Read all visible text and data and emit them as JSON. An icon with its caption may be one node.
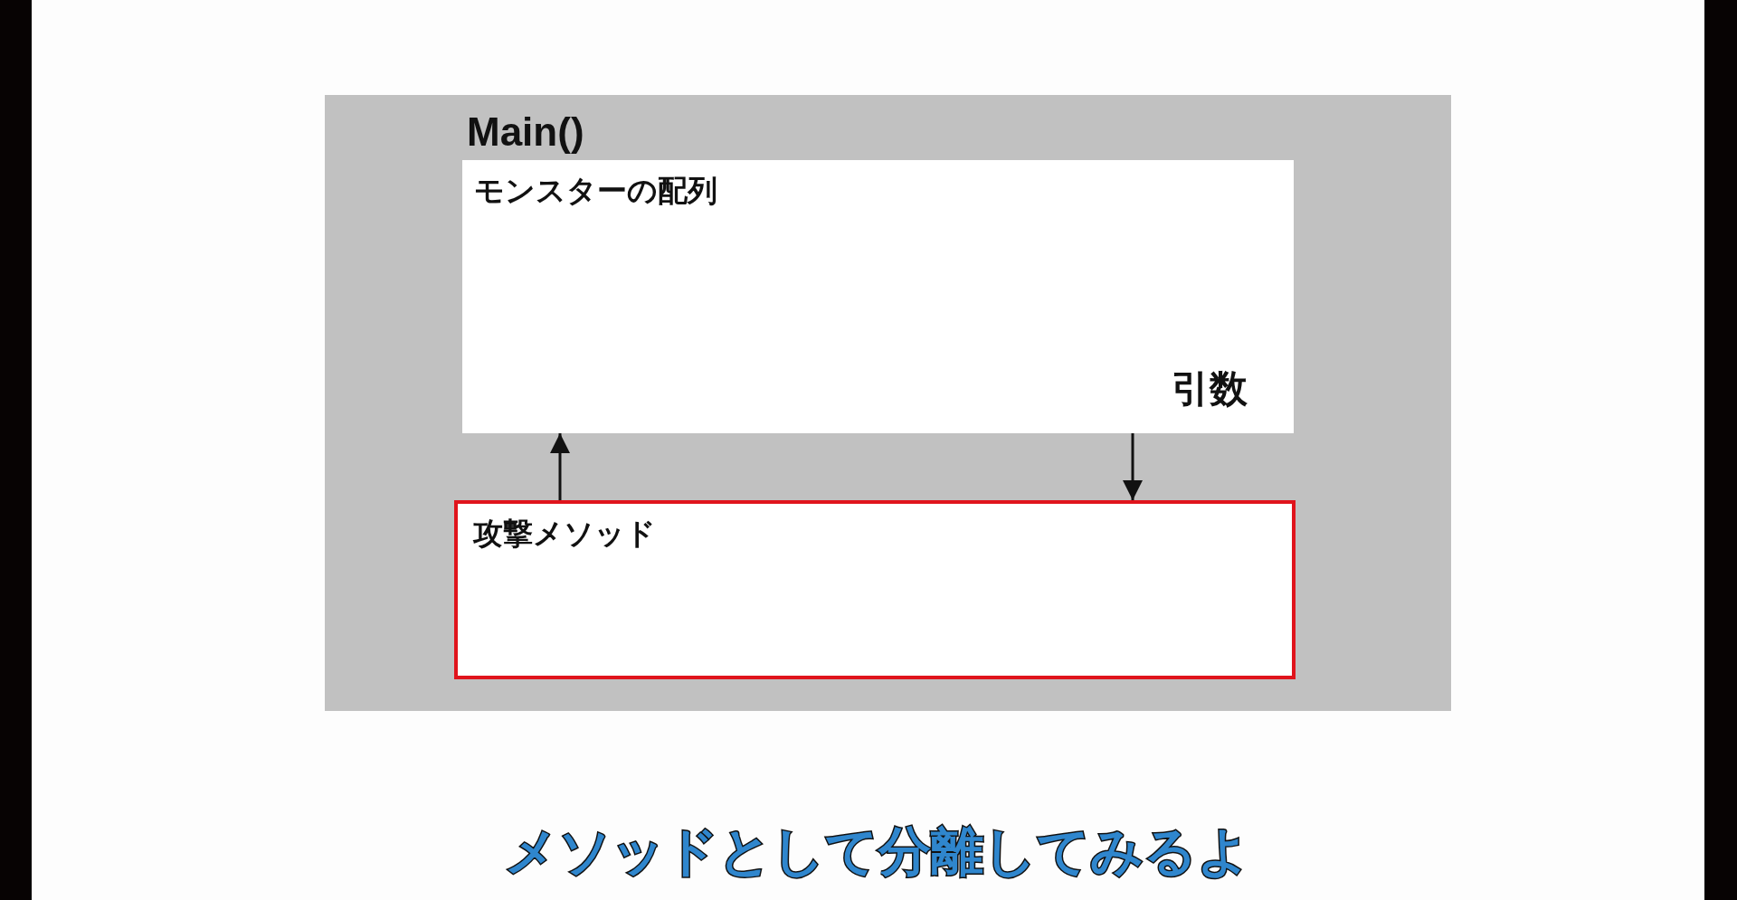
{
  "diagram": {
    "caption": "メソッドとして分離してみるよ",
    "nodes": [
      {
        "text": [
          "Main()"
        ]
      },
      {
        "text": [
          "モンスターの配列"
        ],
        "in": 0
      },
      {
        "text": [
          "攻撃メソッド"
        ],
        "in": 0
      }
    ],
    "edges": [
      {
        "from": 2,
        "to": 1,
        "arrow": "to"
      },
      {
        "from": 1,
        "to": 2,
        "arrow": "to",
        "label": "引数"
      }
    ]
  }
}
